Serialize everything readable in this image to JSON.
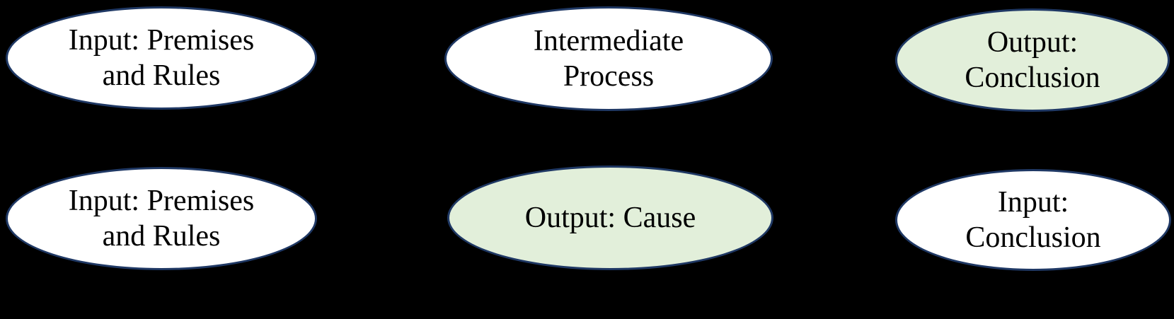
{
  "colors": {
    "background": "#000000",
    "node_border": "#1f3864",
    "node_fill_default": "#ffffff",
    "node_fill_highlight": "#e2efda",
    "text": "#000000"
  },
  "nodes": {
    "top_left": {
      "line1": "Input: Premises",
      "line2": "and Rules",
      "fill": "default"
    },
    "top_middle": {
      "line1": "Intermediate",
      "line2": "Process",
      "fill": "default"
    },
    "top_right": {
      "line1": "Output:",
      "line2": "Conclusion",
      "fill": "highlight"
    },
    "bottom_left": {
      "line1": "Input: Premises",
      "line2": "and Rules",
      "fill": "default"
    },
    "bottom_middle": {
      "line1": "Output: Cause",
      "fill": "highlight"
    },
    "bottom_right": {
      "line1": "Input:",
      "line2": "Conclusion",
      "fill": "default"
    }
  }
}
